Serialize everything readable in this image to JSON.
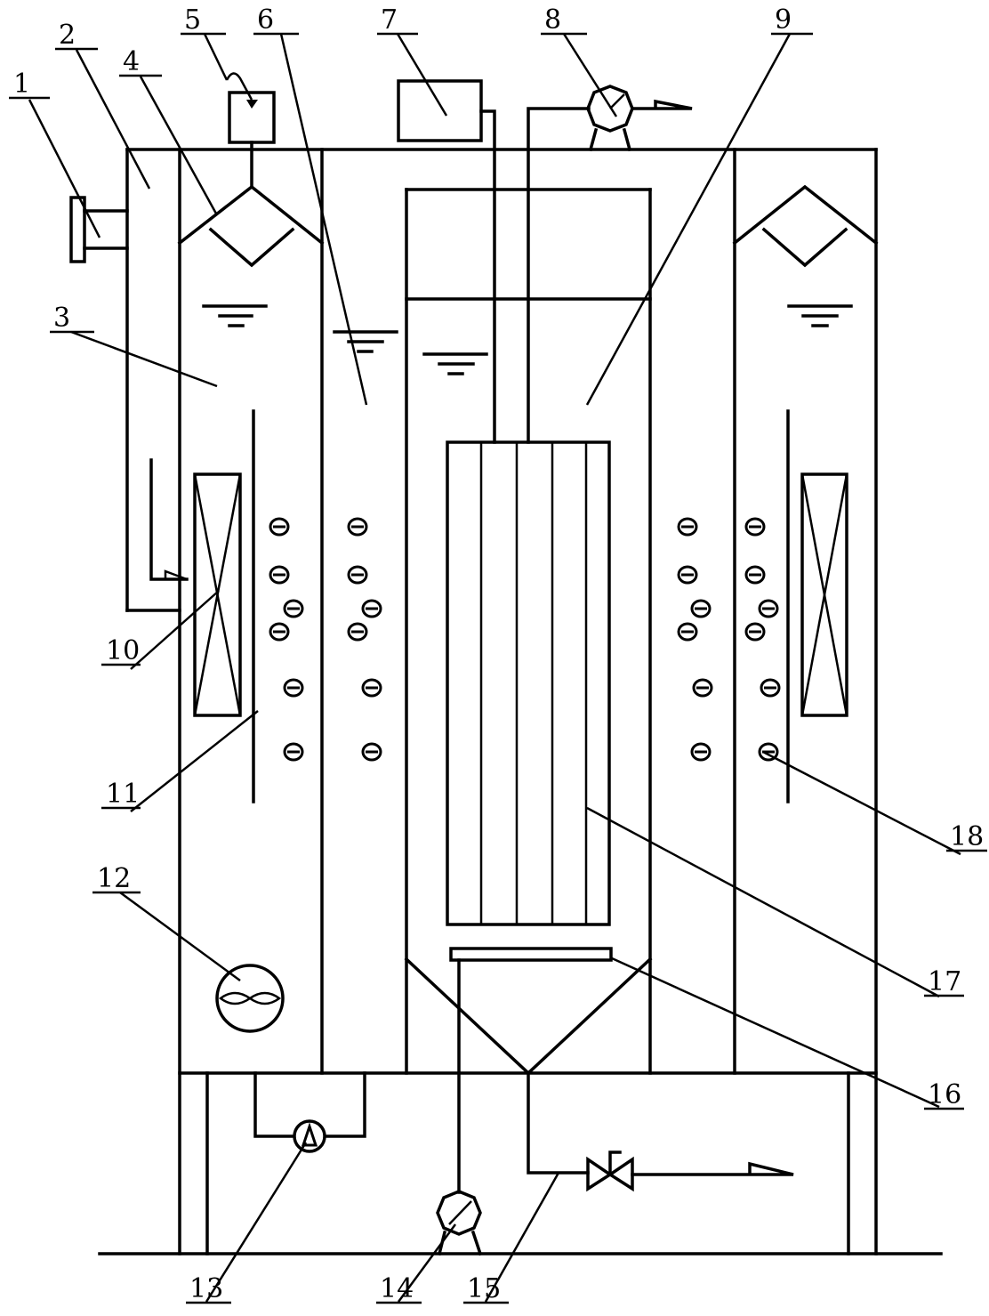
{
  "labels": [
    {
      "id": "label-1",
      "text": "1"
    },
    {
      "id": "label-2",
      "text": "2"
    },
    {
      "id": "label-3",
      "text": "3"
    },
    {
      "id": "label-4",
      "text": "4"
    },
    {
      "id": "label-5",
      "text": "5"
    },
    {
      "id": "label-6",
      "text": "6"
    },
    {
      "id": "label-7",
      "text": "7"
    },
    {
      "id": "label-8",
      "text": "8"
    },
    {
      "id": "label-9",
      "text": "9"
    },
    {
      "id": "label-10",
      "text": "10"
    },
    {
      "id": "label-11",
      "text": "11"
    },
    {
      "id": "label-12",
      "text": "12"
    },
    {
      "id": "label-13",
      "text": "13"
    },
    {
      "id": "label-14",
      "text": "14"
    },
    {
      "id": "label-15",
      "text": "15"
    },
    {
      "id": "label-16",
      "text": "16"
    },
    {
      "id": "label-17",
      "text": "17"
    },
    {
      "id": "label-18",
      "text": "18"
    }
  ]
}
